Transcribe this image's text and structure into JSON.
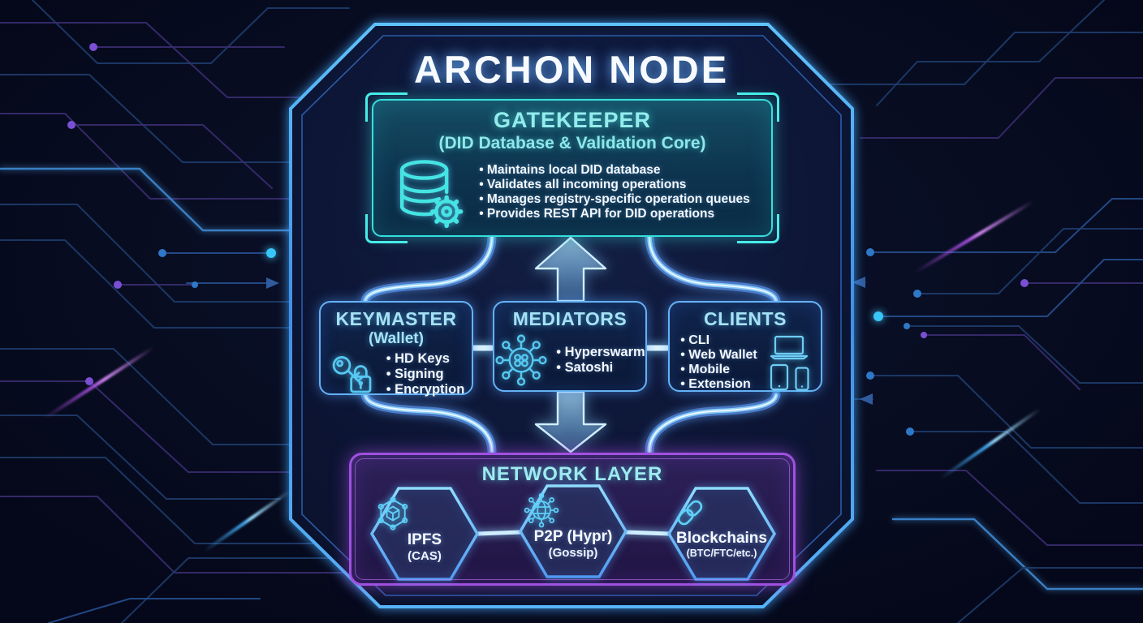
{
  "title": "ARCHON NODE",
  "gatekeeper": {
    "title": "GATEKEEPER",
    "subtitle": "(DID Database & Validation Core)",
    "icon": "database-gear-icon",
    "bullets": [
      "Maintains local DID database",
      "Validates all incoming operations",
      "Manages registry-specific operation queues",
      "Provides REST API for DID operations"
    ]
  },
  "keymaster": {
    "title": "KEYMASTER",
    "subtitle": "(Wallet)",
    "icon": "key-lock-icon",
    "bullets": [
      "HD Keys",
      "Signing",
      "Encryption"
    ]
  },
  "mediators": {
    "title": "MEDIATORS",
    "icon": "network-hub-icon",
    "bullets": [
      "Hyperswarm",
      "Satoshi"
    ]
  },
  "clients": {
    "title": "CLIENTS",
    "icons": [
      "laptop-icon",
      "tablet-icon",
      "phone-icon"
    ],
    "bullets": [
      "CLI",
      "Web Wallet",
      "Mobile",
      "Extension"
    ]
  },
  "network_layer": {
    "title": "NETWORK LAYER",
    "nodes": [
      {
        "label": "IPFS",
        "sublabel": "(CAS)",
        "icon": "ipfs-cube-icon"
      },
      {
        "label": "P2P (Hypr)",
        "sublabel": "(Gossip)",
        "icon": "globe-network-icon"
      },
      {
        "label": "Blockchains",
        "sublabel": "(BTC/FTC/etc.)",
        "icon": "chain-link-icon"
      }
    ]
  },
  "colors": {
    "background": "#070b1c",
    "frame_blue": "#4fa8f2",
    "gatekeeper_cyan": "#3fe0dc",
    "box_blue": "#64b2f4",
    "network_purple": "#a050e0",
    "heading_cyan": "#9feaf0",
    "text_white": "#f4f8ff"
  }
}
